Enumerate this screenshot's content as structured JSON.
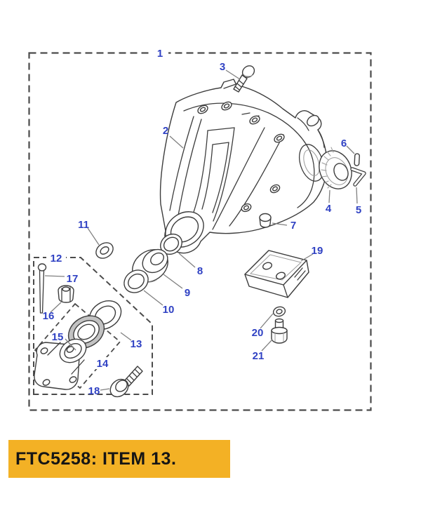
{
  "banner": {
    "text": "FTC5258: ITEM 13.",
    "background": "#F3B125",
    "text_color": "#151515"
  },
  "callouts": [
    "1",
    "2",
    "3",
    "4",
    "5",
    "6",
    "7",
    "8",
    "9",
    "10",
    "11",
    "12",
    "13",
    "14",
    "15",
    "16",
    "17",
    "18",
    "19",
    "20",
    "21"
  ],
  "colors": {
    "callout_blue": "#2F41C3",
    "drawing_line": "#3d3d3d",
    "dashed_border": "#4b4b4b",
    "leader_gray": "#808080",
    "banner_yellow": "#F3B125",
    "background": "#ffffff"
  },
  "figure_description": "exploded-parts-diagram-differential-assembly"
}
